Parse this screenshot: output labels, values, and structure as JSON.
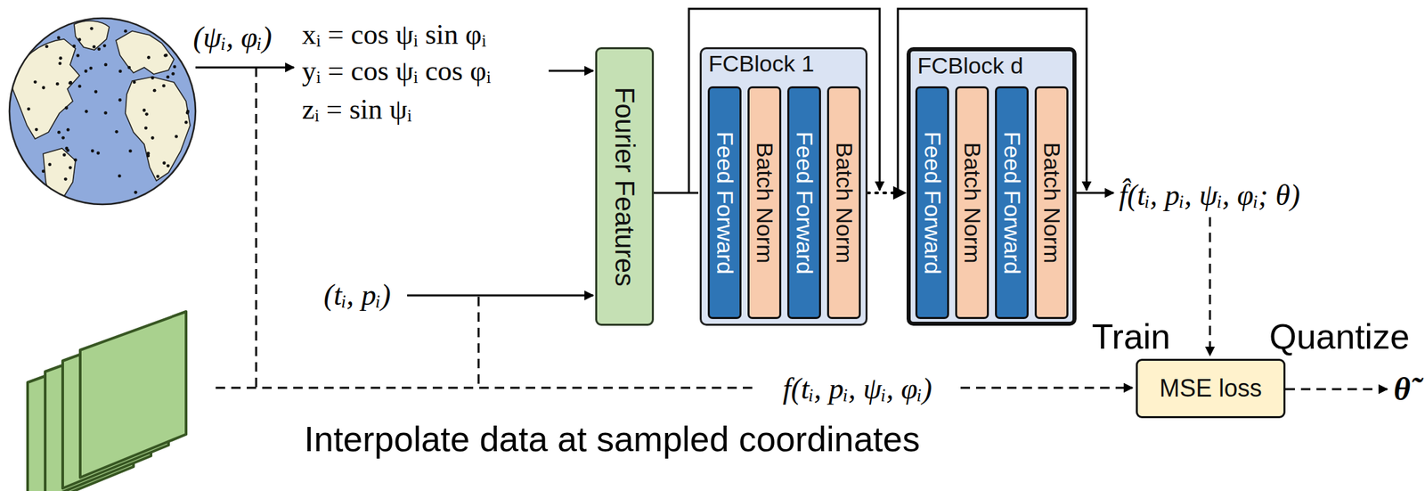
{
  "diagram": {
    "nodes": [
      {
        "text": [
          "Fourier Features"
        ]
      },
      {
        "text": [
          "FCBlock 1"
        ]
      },
      {
        "text": [
          "Feed Forward"
        ],
        "in": 1
      },
      {
        "text": [
          "Batch Norm"
        ],
        "in": 1
      },
      {
        "text": [
          "Feed Forward"
        ],
        "in": 1
      },
      {
        "text": [
          "Batch Norm"
        ],
        "in": 1
      },
      {
        "text": [
          "FCBlock d"
        ]
      },
      {
        "text": [
          "Feed Forward"
        ],
        "in": 6
      },
      {
        "text": [
          "Batch Norm"
        ],
        "in": 6
      },
      {
        "text": [
          "Feed Forward"
        ],
        "in": 6
      },
      {
        "text": [
          "Batch Norm"
        ],
        "in": 6
      },
      {
        "text": [
          "MSE loss"
        ]
      }
    ],
    "edges": [
      {
        "from": 0,
        "to": 1,
        "arrow": "none"
      },
      {
        "from": 1,
        "to": 6,
        "arrow": "to"
      }
    ],
    "labels": [
      "(ψᵢ, φᵢ)",
      "xᵢ = cos ψᵢ sin φᵢ",
      "yᵢ = cos ψᵢ cos φᵢ",
      "zᵢ = sin ψᵢ",
      "(tᵢ, pᵢ)",
      "f̂(tᵢ, pᵢ, ψᵢ, φᵢ; θ)",
      "f(tᵢ, pᵢ, ψᵢ, φᵢ)",
      "Train",
      "Quantize",
      "θ̃",
      "Interpolate data at sampled coordinates"
    ]
  }
}
